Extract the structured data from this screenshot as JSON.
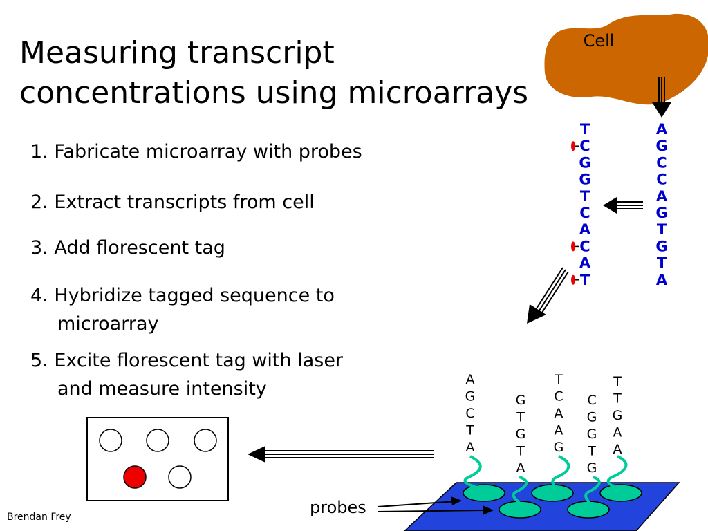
{
  "title": {
    "line1": "Measuring transcript",
    "line2": "concentrations using microarrays"
  },
  "steps": [
    "1. Fabricate microarray with probes",
    "2. Extract transcripts from cell",
    "3. Add florescent tag",
    "4. Hybridize tagged sequence to",
    "microarray",
    "5. Excite florescent tag with laser",
    "and measure intensity"
  ],
  "cell_label": "Cell",
  "probes_label": "probes",
  "author": "Brendan Frey",
  "transcript_seq": [
    "A",
    "G",
    "C",
    "C",
    "A",
    "G",
    "T",
    "G",
    "T",
    "A"
  ],
  "tagged_seq": [
    "T",
    "C",
    "G",
    "G",
    "T",
    "C",
    "A",
    "C",
    "A",
    "T"
  ],
  "probe_seqs": [
    [
      "A",
      "G",
      "C",
      "T",
      "A"
    ],
    [
      "G",
      "T",
      "G",
      "T",
      "A"
    ],
    [
      "T",
      "C",
      "A",
      "A",
      "G"
    ],
    [
      "C",
      "G",
      "G",
      "T",
      "G"
    ],
    [
      "T",
      "T",
      "G",
      "A",
      "A"
    ]
  ],
  "colors": {
    "cell": "#cc6600",
    "sequence_blue": "#0000cc",
    "tag_red": "#ee0000",
    "chip_blue": "#2244dd",
    "probe_green": "#00cc99",
    "lit_spot": "#ee0000"
  }
}
